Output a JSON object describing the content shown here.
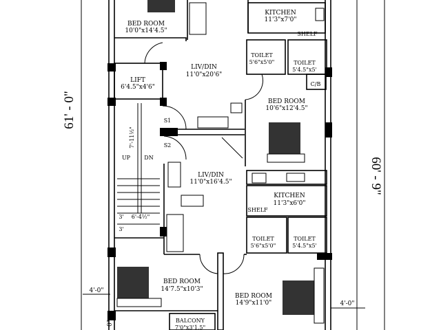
{
  "overall_dimensions": {
    "left": "61' - 0\"",
    "right": "60' - 9\""
  },
  "setbacks": {
    "left": "4'-0\"",
    "right": "4'-0\"",
    "bottom_left": "0\""
  },
  "rooms": {
    "bed1": {
      "name": "BED ROOM",
      "size": "10'0\"x14'4.5\""
    },
    "kitchen1": {
      "name": "KITCHEN",
      "size": "11'3\"x7'0\""
    },
    "shelf1": {
      "name": "SHELF"
    },
    "toilet1": {
      "name": "TOILET",
      "size": "5'6\"x5'0\""
    },
    "toilet2": {
      "name": "TOILET",
      "size": "5'4.5\"x5'"
    },
    "cb": {
      "name": "C/B"
    },
    "livdin1": {
      "name": "LIV/DIN",
      "size": "11'0\"x20'6\""
    },
    "lift": {
      "name": "LIFT",
      "size": "6'4.5\"x4'6\""
    },
    "bed2": {
      "name": "BED ROOM",
      "size": "10'6\"x12'4.5\""
    },
    "s1": {
      "name": "S1"
    },
    "s2": {
      "name": "S2"
    },
    "stair": {
      "up": "UP",
      "dn": "DN",
      "width": "7'-11½\"",
      "landing": "6'-4½\"",
      "step1": "3'",
      "step2": "3'"
    },
    "livdin2": {
      "name": "LIV/DIN",
      "size": "11'0\"x16'4.5\""
    },
    "kitchen2": {
      "name": "KITCHEN",
      "size": "11'3\"x6'0\""
    },
    "shelf2": {
      "name": "SHELF"
    },
    "toilet3": {
      "name": "TOILET",
      "size": "5'6\"x5'0\""
    },
    "toilet4": {
      "name": "TOILET",
      "size": "5'4.5\"x5'"
    },
    "bed3": {
      "name": "BED ROOM",
      "size": "14'7.5\"x10'3\""
    },
    "bed4": {
      "name": "BED ROOM",
      "size": "14'9\"x11'0\""
    },
    "balcony": {
      "name": "BALCONY",
      "size": "7'0\"x3'1.5\""
    }
  }
}
